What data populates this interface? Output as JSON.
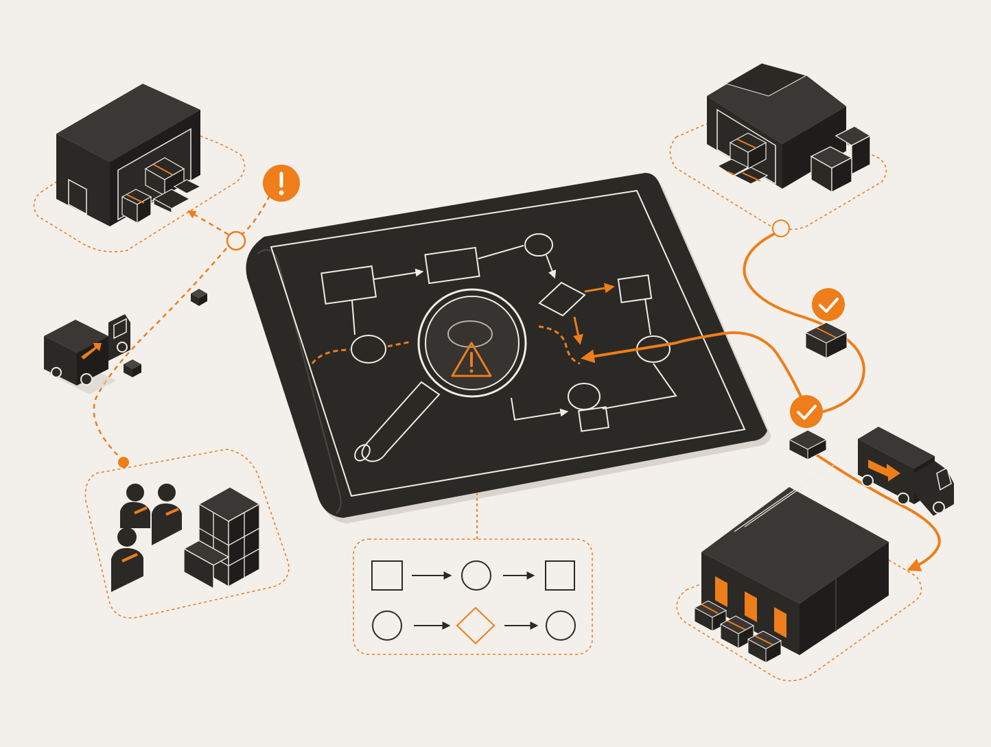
{
  "colors": {
    "background": "#f3f0eb",
    "ink": "#2b2926",
    "accent": "#ee7d1a",
    "chalk": "#f1ede6"
  },
  "icons": [
    "warehouse-icon",
    "delivery-truck-icon",
    "warning-alert-icon",
    "checkmark-icon",
    "magnifying-glass-icon",
    "workers-icon",
    "package-icon",
    "distribution-center-icon"
  ],
  "legend": {
    "row1": [
      "square",
      "circle",
      "square"
    ],
    "row2": [
      "circle",
      "diamond",
      "circle"
    ]
  }
}
